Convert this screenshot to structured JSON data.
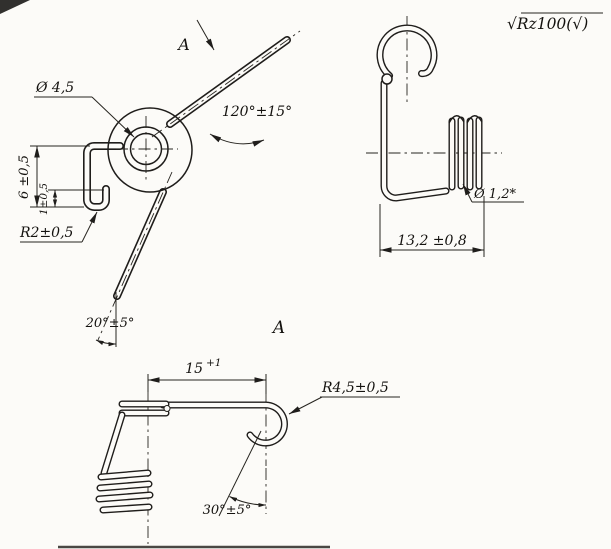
{
  "drawing": {
    "surface_note": "√Rz100(√)",
    "view_direction": {
      "label": "A"
    },
    "main_view": {
      "dim_coil_diameter": "Ø 4,5",
      "dim_arms_angle": "120°±15°",
      "dim_leg_length": "6 ±0,5",
      "dim_hook_height": "1±0,5",
      "dim_bend_radius": "R2±0,5",
      "dim_lower_arm_angle": "20°±5°"
    },
    "side_view": {
      "dim_wire_diameter": "Ø 1,2*",
      "dim_body_width": "13,2 ±0,8"
    },
    "view_a": {
      "label": "A",
      "dim_arm_length": "15",
      "dim_arm_length_tol": "+1",
      "dim_hook_radius": "R4,5±0,5",
      "dim_hook_angle": "30°±5°"
    }
  }
}
